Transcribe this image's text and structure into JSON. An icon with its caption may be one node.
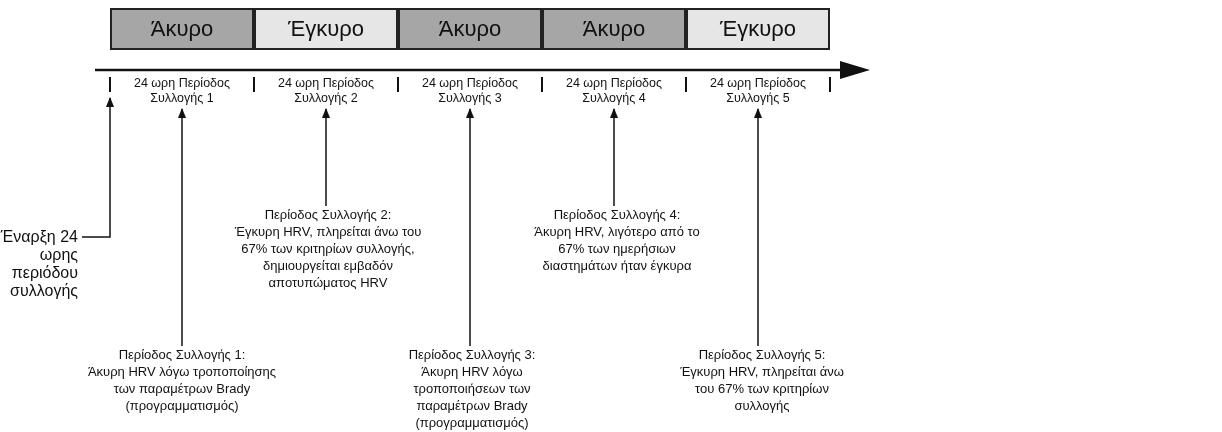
{
  "diagram": {
    "nodes": [
      {
        "text": [
          "Άκυρο"
        ]
      },
      {
        "text": [
          "Έγκυρο"
        ]
      },
      {
        "text": [
          "Άκυρο"
        ]
      },
      {
        "text": [
          "Άκυρο"
        ]
      },
      {
        "text": [
          "Έγκυρο"
        ]
      },
      {
        "text": [
          "24 ωρη Περίοδος Συλλογής 1"
        ]
      },
      {
        "text": [
          "24 ωρη Περίοδος Συλλογής 2"
        ]
      },
      {
        "text": [
          "24 ωρη Περίοδος Συλλογής 3"
        ]
      },
      {
        "text": [
          "24 ωρη Περίοδος Συλλογής 4"
        ]
      },
      {
        "text": [
          "24 ωρη Περίοδος Συλλογής 5"
        ]
      },
      {
        "text": [
          "Έναρξη 24 ωρης περιόδου συλλογής"
        ]
      },
      {
        "text": [
          "Περίοδος Συλλογής 1:",
          "Άκυρη HRV λόγω τροποποίησης των παραμέτρων Brady (προγραμματισμός)"
        ]
      },
      {
        "text": [
          "Περίοδος Συλλογής 2:",
          "Έγκυρη HRV, πληρείται άνω του 67% των κριτηρίων συλλογής, δημιουργείται εμβαδόν αποτυπώματος HRV"
        ]
      },
      {
        "text": [
          "Περίοδος Συλλογής 3:",
          "Άκυρη HRV λόγω τροποποιήσεων των παραμέτρων Brady (προγραμματισμός)"
        ]
      },
      {
        "text": [
          "Περίοδος Συλλογής 4:",
          "Άκυρη HRV, λιγότερο από το 67% των ημερήσιων διαστημάτων ήταν έγκυρα"
        ]
      },
      {
        "text": [
          "Περίοδος Συλλογής 5:",
          "Έγκυρη HRV, πληρείται άνω του 67% των κριτηρίων συλλογής"
        ]
      }
    ],
    "edges": [
      {
        "from": 10,
        "to": 5,
        "arrow": "to"
      },
      {
        "from": 11,
        "to": 5,
        "arrow": "to"
      },
      {
        "from": 12,
        "to": 6,
        "arrow": "to"
      },
      {
        "from": 13,
        "to": 7,
        "arrow": "to"
      },
      {
        "from": 14,
        "to": 8,
        "arrow": "to"
      },
      {
        "from": 15,
        "to": 9,
        "arrow": "to"
      }
    ]
  }
}
